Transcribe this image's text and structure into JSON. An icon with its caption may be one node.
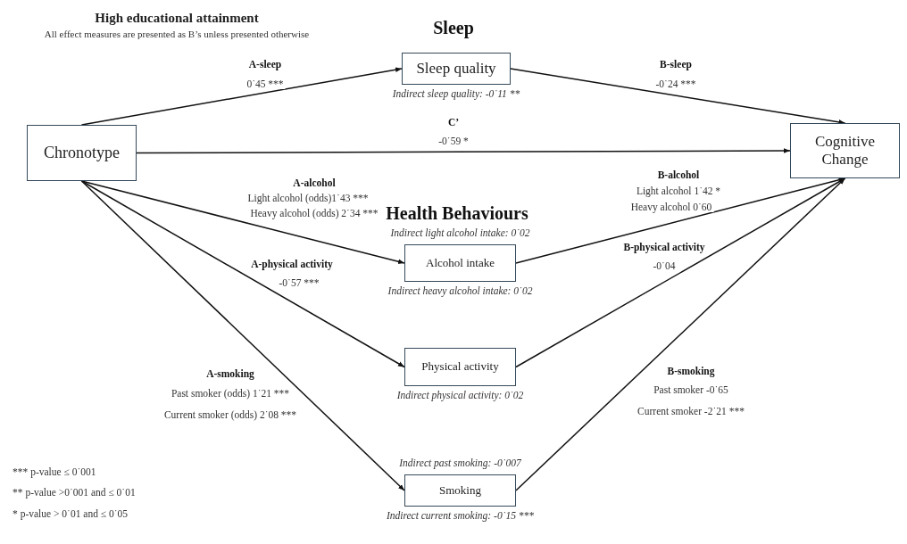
{
  "diagram": {
    "title": "High educational attainment",
    "nodes": [
      {
        "text": [
          "Chronotype"
        ]
      },
      {
        "text": [
          "Sleep quality"
        ],
        "beside": [
          "Indirect sleep quality: -0˙11 **"
        ]
      },
      {
        "text": [
          "Cognitive Change"
        ]
      },
      {
        "text": [
          "Alcohol intake"
        ],
        "beside": [
          "Indirect light alcohol intake: 0˙02",
          "Indirect heavy alcohol intake: 0˙02"
        ]
      },
      {
        "text": [
          "Physical activity"
        ],
        "beside": [
          "Indirect physical activity: 0˙02"
        ]
      },
      {
        "text": [
          "Smoking"
        ],
        "beside": [
          "Indirect past smoking: -0˙007",
          "Indirect current smoking: -0˙15 ***"
        ]
      }
    ],
    "edges": [
      {
        "from": 0,
        "to": 1,
        "arrow": "to",
        "label": "A-sleep"
      },
      {
        "from": 1,
        "to": 2,
        "arrow": "to",
        "label": "B-sleep"
      },
      {
        "from": 0,
        "to": 2,
        "arrow": "to",
        "label": "C’"
      },
      {
        "from": 0,
        "to": 3,
        "arrow": "to",
        "label": "A-alcohol"
      },
      {
        "from": 3,
        "to": 2,
        "arrow": "to",
        "label": "B-alcohol"
      },
      {
        "from": 0,
        "to": 4,
        "arrow": "to",
        "label": "A-physical activity"
      },
      {
        "from": 4,
        "to": 2,
        "arrow": "to",
        "label": "B-physical activity"
      },
      {
        "from": 0,
        "to": 5,
        "arrow": "to",
        "label": "A-smoking"
      },
      {
        "from": 5,
        "to": 2,
        "arrow": "to",
        "label": "B-smoking"
      }
    ],
    "labels": [
      "All effect measures are presented as B’s unless presented otherwise",
      "Sleep",
      "0˙45 ***",
      "-0˙24 ***",
      "-0˙59 *",
      "Light alcohol (odds)1˙43 ***",
      "Heavy alcohol (odds) 2˙34 ***",
      "Light alcohol 1˙42 *",
      "Heavy alcohol 0˙60",
      "Health Behaviours",
      "-0˙57 ***",
      "-0˙04",
      "Past smoker (odds) 1˙21 ***",
      "Current smoker (odds) 2˙08 ***",
      "Past smoker -0˙65",
      "Current smoker -2˙21 ***",
      "*** p-value ≤ 0˙001",
      "** p-value >0˙001 and ≤ 0˙01",
      "* p-value > 0˙01 and  ≤ 0˙05"
    ]
  }
}
